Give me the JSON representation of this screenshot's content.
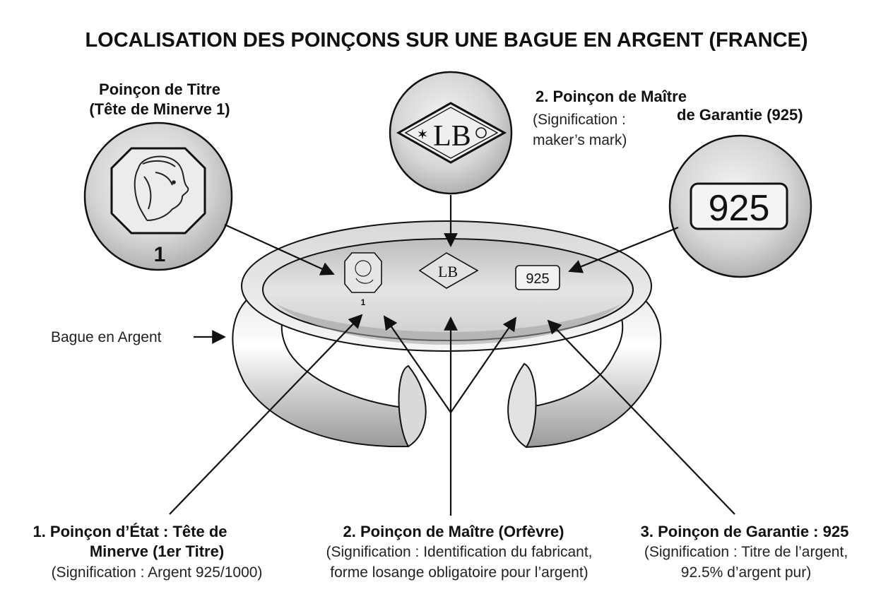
{
  "title": "LOCALISATION DES POINÇONS SUR UNE BAGUE EN ARGENT (FRANCE)",
  "callouts": {
    "titre": {
      "line1": "Poinçon de Titre",
      "line2": "(Tête de Minerve 1)"
    },
    "maitre_top": {
      "line1": "2. Poinçon de Maître",
      "line2": "(Signification :",
      "line3": "maker’s mark)"
    },
    "garantie_top": {
      "line1": "de Garantie (925)"
    },
    "ring": "Bague en Argent"
  },
  "marks": {
    "minerve_number": "1",
    "maker_initials": "LB",
    "garantie_value": "925"
  },
  "captions": [
    {
      "title1": "1. Poinçon d’État : Tête de",
      "title2": "Minerve (1er Titre)",
      "sub1": "(Signification : Argent 925/1000)"
    },
    {
      "title1": "2. Poinçon de Maître (Orfèvre)",
      "sub1": "(Signification : Identification du fabricant,",
      "sub2": "forme losange obligatoire pour l’argent)"
    },
    {
      "title1": "3. Poinçon de Garantie : 925",
      "sub1": "(Signification : Titre de l’argent,",
      "sub2": "92.5% d’argent pur)"
    }
  ]
}
